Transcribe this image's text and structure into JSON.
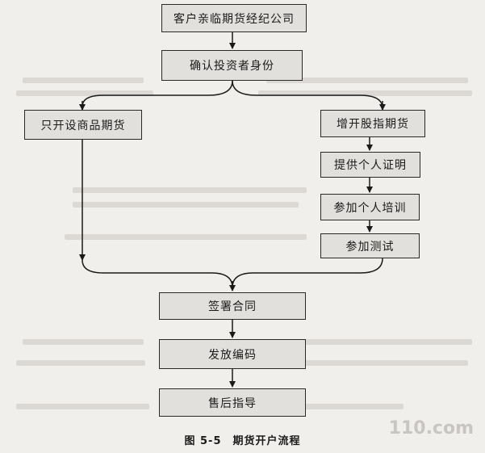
{
  "nodes": {
    "top": "客户亲临期货经纪公司",
    "confirm": "确认投资者身份",
    "left_branch": "只开设商品期货",
    "right_branch": "增开股指期货",
    "step_certificate": "提供个人证明",
    "step_training": "参加个人培训",
    "step_test": "参加测试",
    "sign": "签署合同",
    "code": "发放编码",
    "after_sales": "售后指导"
  },
  "caption": "图 5-5　期货开户流程",
  "watermark": "110.com"
}
